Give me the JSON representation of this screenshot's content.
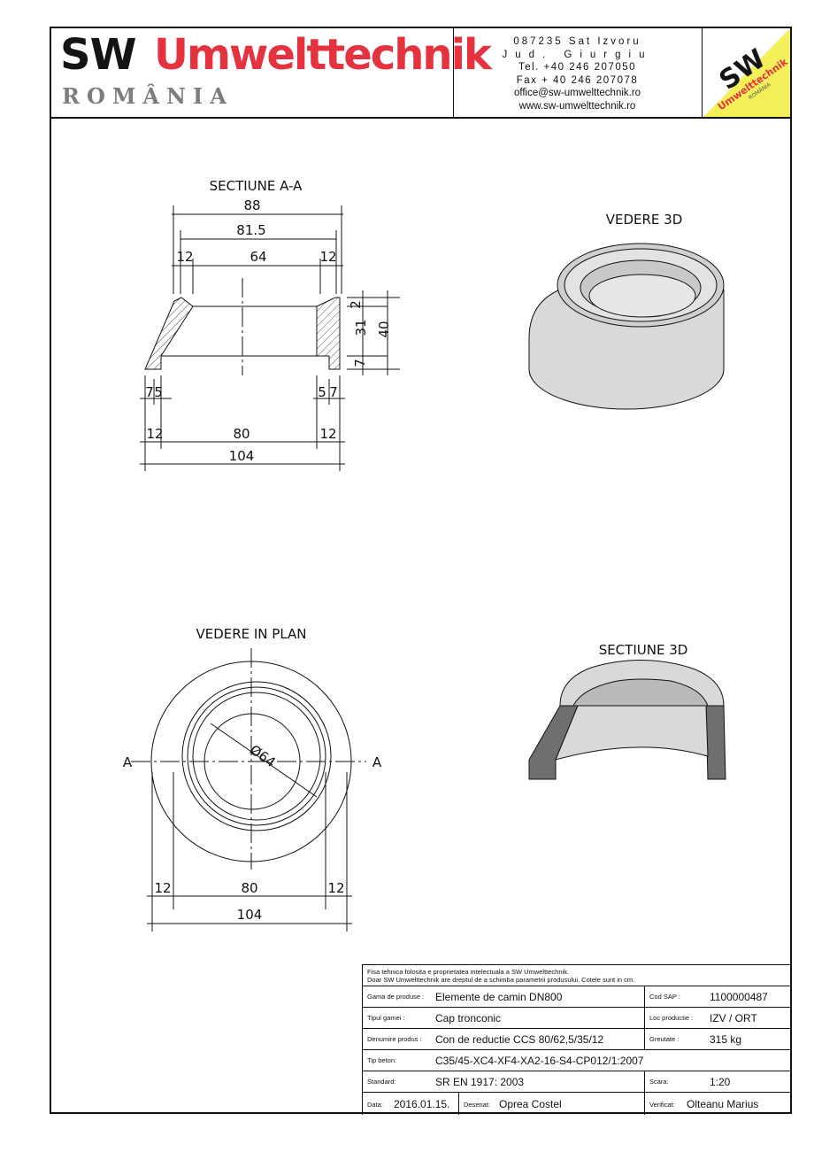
{
  "header": {
    "brand_sw": "SW",
    "brand_name": "Umwelttechnik",
    "brand_country": "ROMÂNIA",
    "address_line1": "087235 Sat Izvoru",
    "address_line2": "Jud. Giurgiu",
    "phone": "Tel. +40 246 207050",
    "fax": "Fax + 40 246 207078",
    "email": "office@sw-umwelttechnik.ro",
    "website": "www.sw-umwelttechnik.ro",
    "emblem_sw": "SW",
    "emblem_name": "Umwelttechnik",
    "emblem_country": "ROMÂNIA"
  },
  "colors": {
    "brand_red": "#e5323f",
    "brand_grey": "#7d7d7d",
    "emblem_yellow": "#f3f05a",
    "concrete_fill": "#d9d9d9",
    "concrete_dark": "#6f6f6f"
  },
  "views": {
    "section_aa": {
      "title": "SECTIUNE A-A",
      "dims": {
        "top_outer": "88",
        "top_mid": "81.5",
        "top_left": "12",
        "top_inner": "64",
        "top_right": "12",
        "h_small": "2",
        "h_body": "31",
        "h_total": "40",
        "h_base": "7",
        "b_left_a": "7",
        "b_left_b": "5",
        "b_right_a": "5",
        "b_right_b": "7",
        "bot_left": "12",
        "bot_inner": "80",
        "bot_right": "12",
        "bot_total": "104"
      }
    },
    "view_3d": {
      "title": "VEDERE 3D"
    },
    "plan": {
      "title": "VEDERE IN PLAN",
      "section_left": "A",
      "section_right": "A",
      "diameter": "Ø64",
      "dims": {
        "left": "12",
        "inner": "80",
        "right": "12",
        "total": "104"
      }
    },
    "section_3d": {
      "title": "SECTIUNE 3D"
    }
  },
  "title_block": {
    "note_line1": "Fisa tehnica folosita e proprietatea intelectuala a SW Umwelttechnik.",
    "note_line2": "Doar SW Umwelttechnik are dreptul de a schimba parametrii produsului. Cotele sunt in cm.",
    "gama_label": "Gama de produse :",
    "gama_value": "Elemente de camin DN800",
    "sap_label": "Cod SAP :",
    "sap_value": "1100000487",
    "tip_label": "Tipul gamei :",
    "tip_value": "Cap tronconic",
    "loc_label": "Loc productie :",
    "loc_value": "IZV / ORT",
    "den_label": "Denumire produs :",
    "den_value": "Con de reductie CCS 80/62,5/35/12",
    "greu_label": "Greutate :",
    "greu_value": "315 kg",
    "beton_label": "Tip beton:",
    "beton_value": "C35/45-XC4-XF4-XA2-16-S4-CP012/1:2007",
    "std_label": "Standard:",
    "std_value": "SR EN 1917: 2003",
    "scara_label": "Scara:",
    "scara_value": "1:20",
    "data_label": "Data:",
    "data_value": "2016.01.15.",
    "desenat_label": "Desenat:",
    "desenat_value": "Oprea Costel",
    "verif_label": "Verificat:",
    "verif_value": "Olteanu Marius"
  }
}
